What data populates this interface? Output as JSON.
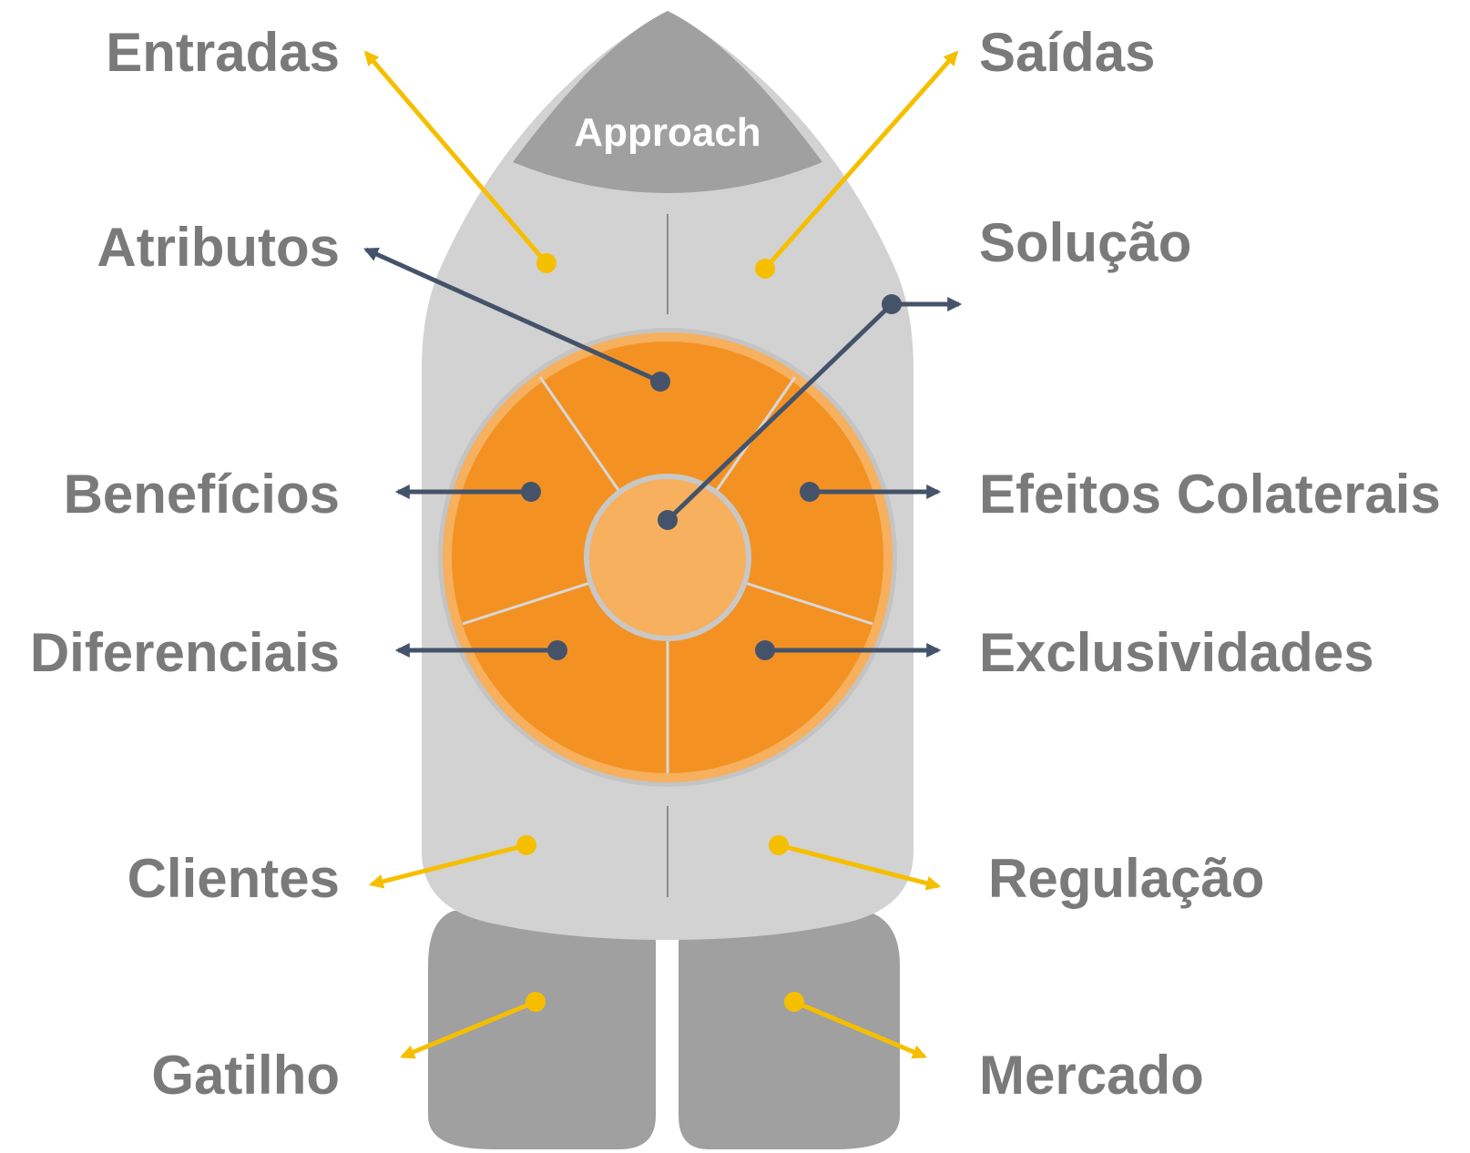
{
  "colors": {
    "body_light": "#d2d2d2",
    "body_dark": "#a0a0a0",
    "orange": "#f39223",
    "orange_light": "#f6b05e",
    "label": "#7a7a7a",
    "yellow_arrow": "#f5bf00",
    "navy_arrow": "#44536a"
  },
  "nose_label": "Approach",
  "labels": {
    "entradas": "Entradas",
    "saidas": "Saídas",
    "atributos": "Atributos",
    "solucao": "Solução",
    "beneficios": "Benefícios",
    "efeitos_colaterais": "Efeitos Colaterais",
    "diferenciais": "Diferenciais",
    "exclusividades": "Exclusividades",
    "clientes": "Clientes",
    "regulacao": "Regulação",
    "gatilho": "Gatilho",
    "mercado": "Mercado"
  }
}
